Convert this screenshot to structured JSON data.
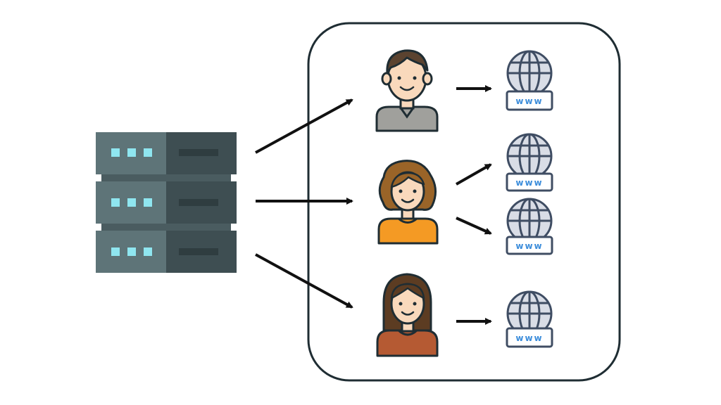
{
  "diagram": {
    "server": {
      "units": 3,
      "lights_per_unit": 3
    },
    "users": [
      {
        "name": "user-man",
        "hair": "short",
        "shirt_color": "#A0A09C",
        "hair_color": "#5B4330",
        "site_count": 1
      },
      {
        "name": "user-woman-curly",
        "hair": "curly",
        "shirt_color": "#F49A24",
        "hair_color": "#9A6428",
        "site_count": 2
      },
      {
        "name": "user-woman-long",
        "hair": "long",
        "shirt_color": "#B55A33",
        "hair_color": "#5C3C22",
        "site_count": 1
      }
    ],
    "website_badge_text": "www",
    "colors": {
      "server_light": "#5E7478",
      "server_dark": "#3E4E52",
      "server_led": "#8FE6F0",
      "outline": "#1F2D33",
      "arrow": "#111111",
      "globe_fill": "#D9DDE6",
      "globe_stroke": "#3F4D63",
      "www_text": "#3C8DDB",
      "skin": "#F9D9BC"
    }
  }
}
